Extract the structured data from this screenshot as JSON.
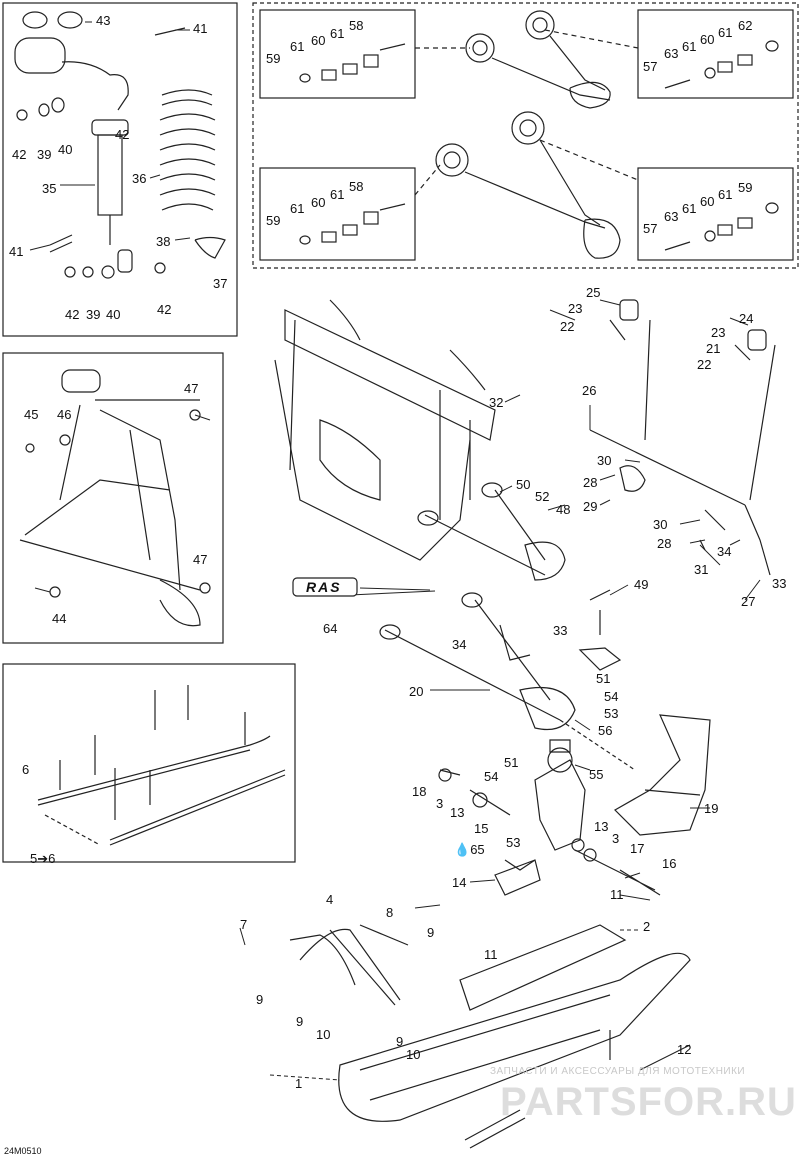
{
  "diagram_code": "24M0510",
  "watermark": {
    "line1": "ЗАПЧАСТИ И АКСЕССУАРЫ ДЛЯ МОТОТЕХНИКИ",
    "line2": "PARTSFOR.RU"
  },
  "logo_text": "RAS",
  "labels": {
    "l43": "43",
    "l41a": "41",
    "l42a": "42",
    "l39a": "39",
    "l40a": "40",
    "l42b": "42",
    "l35": "35",
    "l36": "36",
    "l41b": "41",
    "l38": "38",
    "l37": "37",
    "l42c": "42",
    "l39b": "39",
    "l40b": "40",
    "l42d": "42",
    "l45": "45",
    "l46": "46",
    "l47a": "47",
    "l47b": "47",
    "l44": "44",
    "l6": "6",
    "l5to6": "5➔6",
    "l59a": "59",
    "l61a": "61",
    "l60a": "60",
    "l61b": "61",
    "l58a": "58",
    "l57a": "57",
    "l63a": "63",
    "l61c": "61",
    "l60b": "60",
    "l61d": "61",
    "l62": "62",
    "l59b": "59",
    "l61e": "61",
    "l60c": "60",
    "l61f": "61",
    "l58b": "58",
    "l57b": "57",
    "l63b": "63",
    "l61g": "61",
    "l60d": "60",
    "l61h": "61",
    "l59c": "59",
    "l25": "25",
    "l23a": "23",
    "l22a": "22",
    "l24": "24",
    "l23b": "23",
    "l21": "21",
    "l22b": "22",
    "l32": "32",
    "l26": "26",
    "l30a": "30",
    "l28a": "28",
    "l29": "29",
    "l50": "50",
    "l52": "52",
    "l48": "48",
    "l30b": "30",
    "l28b": "28",
    "l34a": "34",
    "l31": "31",
    "l27": "27",
    "l33a": "33",
    "l49": "49",
    "l64": "64",
    "l34b": "34",
    "l33b": "33",
    "l51a": "51",
    "l54a": "54",
    "l53a": "53",
    "l20": "20",
    "l56": "56",
    "l55": "55",
    "l51b": "51",
    "l18": "18",
    "l3a": "3",
    "l54b": "54",
    "l13a": "13",
    "l19": "19",
    "l15": "15",
    "l53b": "53",
    "l65": "65",
    "l13b": "13",
    "l3b": "3",
    "l17": "17",
    "l16": "16",
    "l14": "14",
    "l11a": "11",
    "l2": "2",
    "l4": "4",
    "l8": "8",
    "l9a": "9",
    "l7": "7",
    "l11b": "11",
    "l9b": "9",
    "l9c": "9",
    "l10a": "10",
    "l9d": "9",
    "l10b": "10",
    "l12": "12",
    "l1": "1"
  }
}
